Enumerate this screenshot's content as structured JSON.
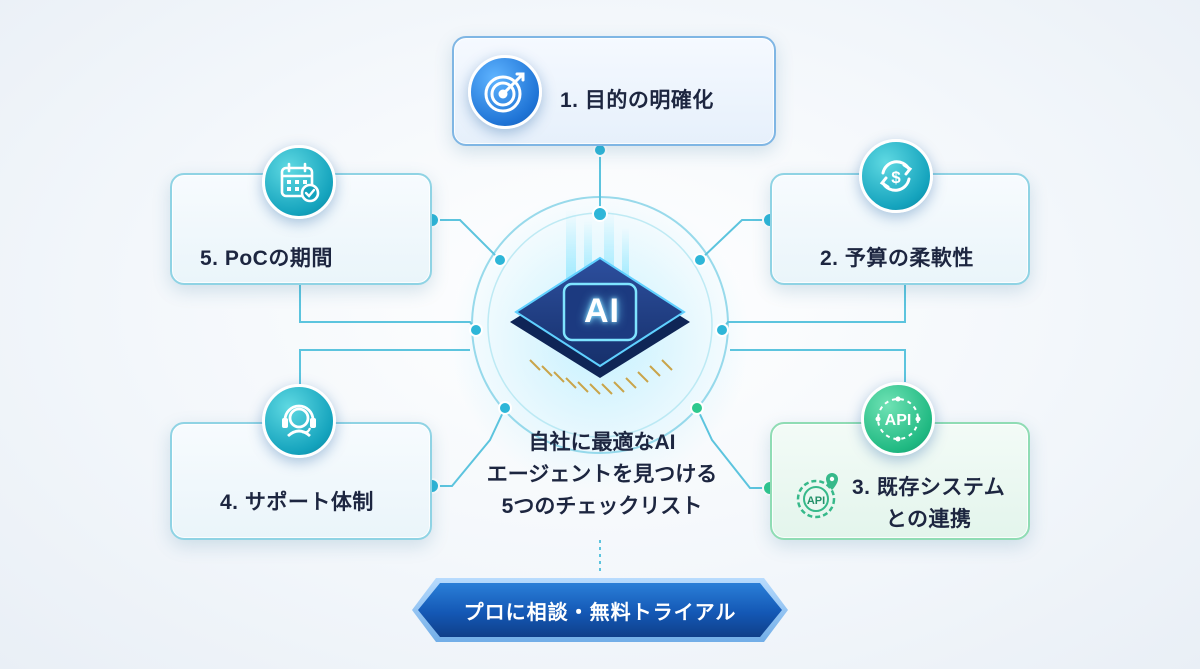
{
  "items": [
    {
      "label": "1. 目的の明確化",
      "icon": "target-icon"
    },
    {
      "label": "2. 予算の柔軟性",
      "icon": "dollar-cycle-icon"
    },
    {
      "label_lines": [
        "3. 既存システム",
        "との連携"
      ],
      "icon": "api-icon"
    },
    {
      "label": "4. サポート体制",
      "icon": "headset-icon"
    },
    {
      "label": "5. PoCの期間",
      "icon": "calendar-icon"
    }
  ],
  "chip_label": "AI",
  "api_badge": "API",
  "center_title": {
    "line1": "自社に最適なAI",
    "line2": "エージェントを見つける",
    "line3": "5つのチェックリスト"
  },
  "cta": {
    "label": "プロに相談・無料トライアル"
  },
  "colors": {
    "blue": "#1f74d6",
    "teal": "#14a3bd",
    "green": "#20b982",
    "cta": "#1458b5",
    "connector": "#5cc4de"
  }
}
